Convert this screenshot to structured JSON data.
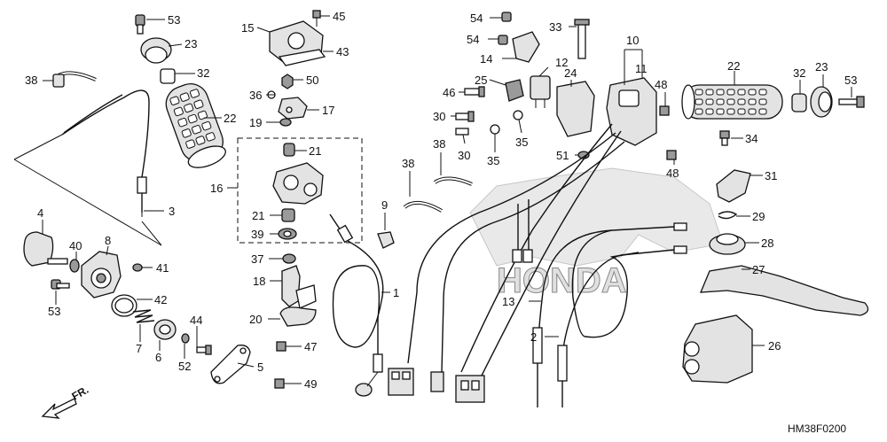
{
  "diagram": {
    "code": "HM38F0200",
    "front_label": "FR.",
    "watermark_text": "HONDA",
    "callouts": [
      {
        "id": "c53a",
        "text": "53"
      },
      {
        "id": "c23a",
        "text": "23"
      },
      {
        "id": "c32a",
        "text": "32"
      },
      {
        "id": "c38a",
        "text": "38"
      },
      {
        "id": "c22a",
        "text": "22"
      },
      {
        "id": "c3",
        "text": "3"
      },
      {
        "id": "c4",
        "text": "4"
      },
      {
        "id": "c40",
        "text": "40"
      },
      {
        "id": "c8",
        "text": "8"
      },
      {
        "id": "c41",
        "text": "41"
      },
      {
        "id": "c53b",
        "text": "53"
      },
      {
        "id": "c42",
        "text": "42"
      },
      {
        "id": "c7",
        "text": "7"
      },
      {
        "id": "c6",
        "text": "6"
      },
      {
        "id": "c44",
        "text": "44"
      },
      {
        "id": "c52",
        "text": "52"
      },
      {
        "id": "c5",
        "text": "5"
      },
      {
        "id": "c15",
        "text": "15"
      },
      {
        "id": "c45",
        "text": "45"
      },
      {
        "id": "c43",
        "text": "43"
      },
      {
        "id": "c50",
        "text": "50"
      },
      {
        "id": "c36",
        "text": "36"
      },
      {
        "id": "c17",
        "text": "17"
      },
      {
        "id": "c19",
        "text": "19"
      },
      {
        "id": "c21a",
        "text": "21"
      },
      {
        "id": "c16",
        "text": "16"
      },
      {
        "id": "c21b",
        "text": "21"
      },
      {
        "id": "c39",
        "text": "39"
      },
      {
        "id": "c37",
        "text": "37"
      },
      {
        "id": "c18",
        "text": "18"
      },
      {
        "id": "c20",
        "text": "20"
      },
      {
        "id": "c47",
        "text": "47"
      },
      {
        "id": "c49",
        "text": "49"
      },
      {
        "id": "c9",
        "text": "9"
      },
      {
        "id": "c1",
        "text": "1"
      },
      {
        "id": "c54a",
        "text": "54"
      },
      {
        "id": "c54b",
        "text": "54"
      },
      {
        "id": "c14",
        "text": "14"
      },
      {
        "id": "c33",
        "text": "33"
      },
      {
        "id": "c12",
        "text": "12"
      },
      {
        "id": "c25",
        "text": "25"
      },
      {
        "id": "c46",
        "text": "46"
      },
      {
        "id": "c24",
        "text": "24"
      },
      {
        "id": "c30a",
        "text": "30"
      },
      {
        "id": "c30b",
        "text": "30"
      },
      {
        "id": "c35a",
        "text": "35"
      },
      {
        "id": "c35b",
        "text": "35"
      },
      {
        "id": "c38b",
        "text": "38"
      },
      {
        "id": "c38c",
        "text": "38"
      },
      {
        "id": "c10",
        "text": "10"
      },
      {
        "id": "c11",
        "text": "11"
      },
      {
        "id": "c48a",
        "text": "48"
      },
      {
        "id": "c51",
        "text": "51"
      },
      {
        "id": "c48b",
        "text": "48"
      },
      {
        "id": "c22b",
        "text": "22"
      },
      {
        "id": "c32b",
        "text": "32"
      },
      {
        "id": "c23b",
        "text": "23"
      },
      {
        "id": "c53c",
        "text": "53"
      },
      {
        "id": "c34",
        "text": "34"
      },
      {
        "id": "c31",
        "text": "31"
      },
      {
        "id": "c29",
        "text": "29"
      },
      {
        "id": "c28",
        "text": "28"
      },
      {
        "id": "c27",
        "text": "27"
      },
      {
        "id": "c13",
        "text": "13"
      },
      {
        "id": "c2",
        "text": "2"
      },
      {
        "id": "c26",
        "text": "26"
      }
    ]
  }
}
